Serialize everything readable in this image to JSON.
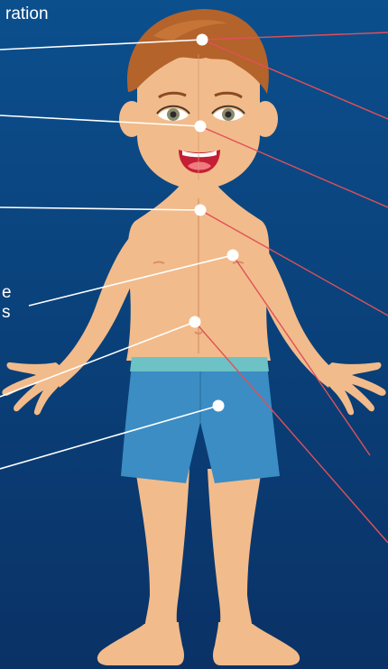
{
  "colors": {
    "background_top": "#0b4f8d",
    "background_bottom": "#0a3266",
    "skin": "#f2bb8b",
    "skin_shade": "#e9a877",
    "hair": "#b4632b",
    "shorts": "#3b8dc4",
    "waistband": "#6cc2c4",
    "leader_left": "#ffffff",
    "leader_right": "#e0505a",
    "mouth": "#c41f35",
    "tongue": "#f07a7f"
  },
  "labels": {
    "top_fragment": "ration",
    "mid_line1": "e",
    "mid_line2": "s"
  },
  "points": [
    {
      "id": "head",
      "name": "point-head"
    },
    {
      "id": "face",
      "name": "point-face"
    },
    {
      "id": "chest",
      "name": "point-chest"
    },
    {
      "id": "side",
      "name": "point-side"
    },
    {
      "id": "belly",
      "name": "point-belly"
    },
    {
      "id": "shorts",
      "name": "point-shorts"
    }
  ]
}
